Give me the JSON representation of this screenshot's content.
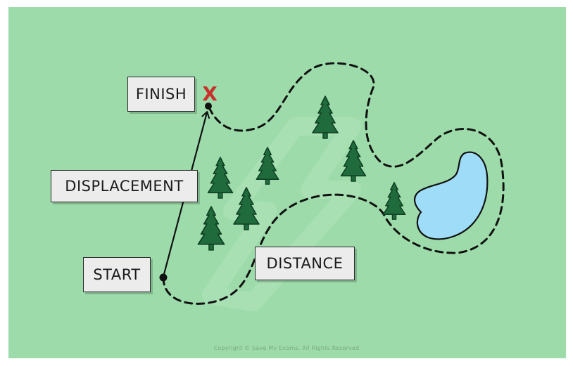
{
  "labels": {
    "finish": "FINISH",
    "displacement": "DISPLACEMENT",
    "start": "START",
    "distance": "DISTANCE"
  },
  "finish_marker": "X",
  "copyright": "Copyright © Save My Exams. All Rights Reserved",
  "colors": {
    "background_white": "#ffffff",
    "map_green": "#9ddcaa",
    "tree_green": "#1f6b3c",
    "lake_blue": "#9fdcf7",
    "finish_marker_red": "#c9302c",
    "path_black": "#111111"
  },
  "icons": [
    "tree-icon",
    "lake-shape",
    "finish-x-icon",
    "start-dot",
    "finish-dot",
    "displacement-arrow",
    "distance-path"
  ]
}
